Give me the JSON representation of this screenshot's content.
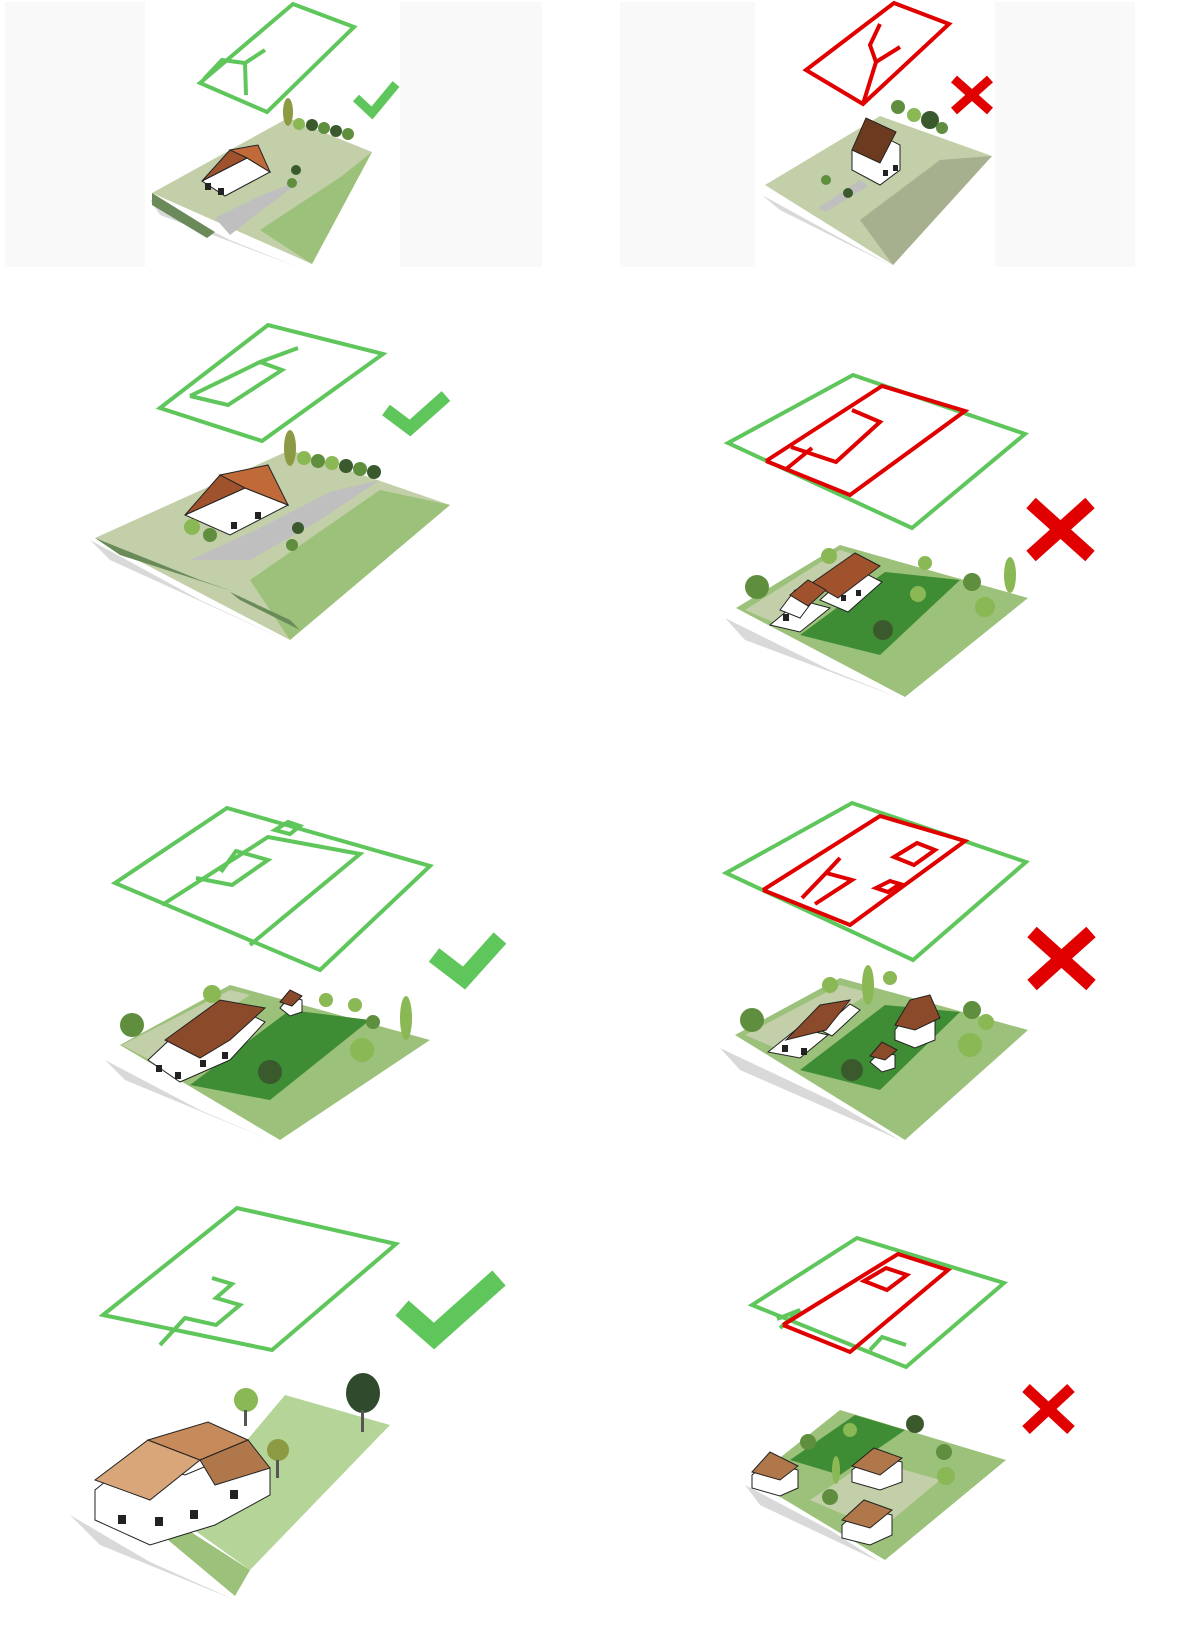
{
  "figure": {
    "rows": [
      {
        "left": {
          "verdict": "correct",
          "verdict_icon": "check-icon"
        },
        "right": {
          "verdict": "incorrect",
          "verdict_icon": "cross-icon"
        }
      },
      {
        "left": {
          "verdict": "correct",
          "verdict_icon": "check-icon"
        },
        "right": {
          "verdict": "incorrect",
          "verdict_icon": "cross-icon"
        }
      },
      {
        "left": {
          "verdict": "correct",
          "verdict_icon": "check-icon"
        },
        "right": {
          "verdict": "incorrect",
          "verdict_icon": "cross-icon"
        }
      },
      {
        "left": {
          "verdict": "correct",
          "verdict_icon": "check-icon"
        },
        "right": {
          "verdict": "incorrect",
          "verdict_icon": "cross-icon"
        }
      }
    ]
  },
  "colors": {
    "correct": "#5ec65b",
    "incorrect": "#e00000",
    "lawn_light": "#9cc17a",
    "lawn_dark": "#3e8c34",
    "ground_pale": "#c2cfa8",
    "ground_olive": "#a6b08e",
    "shadow": "#d9d9d9",
    "path": "#bfbfbf",
    "roof": "#a0522d",
    "roof_light": "#d9a67a",
    "wall": "#ffffff",
    "tree_light": "#8ab854",
    "tree_mid": "#5f8f3e",
    "tree_dark": "#3a5a2e",
    "tree_olive": "#8c9a44"
  }
}
